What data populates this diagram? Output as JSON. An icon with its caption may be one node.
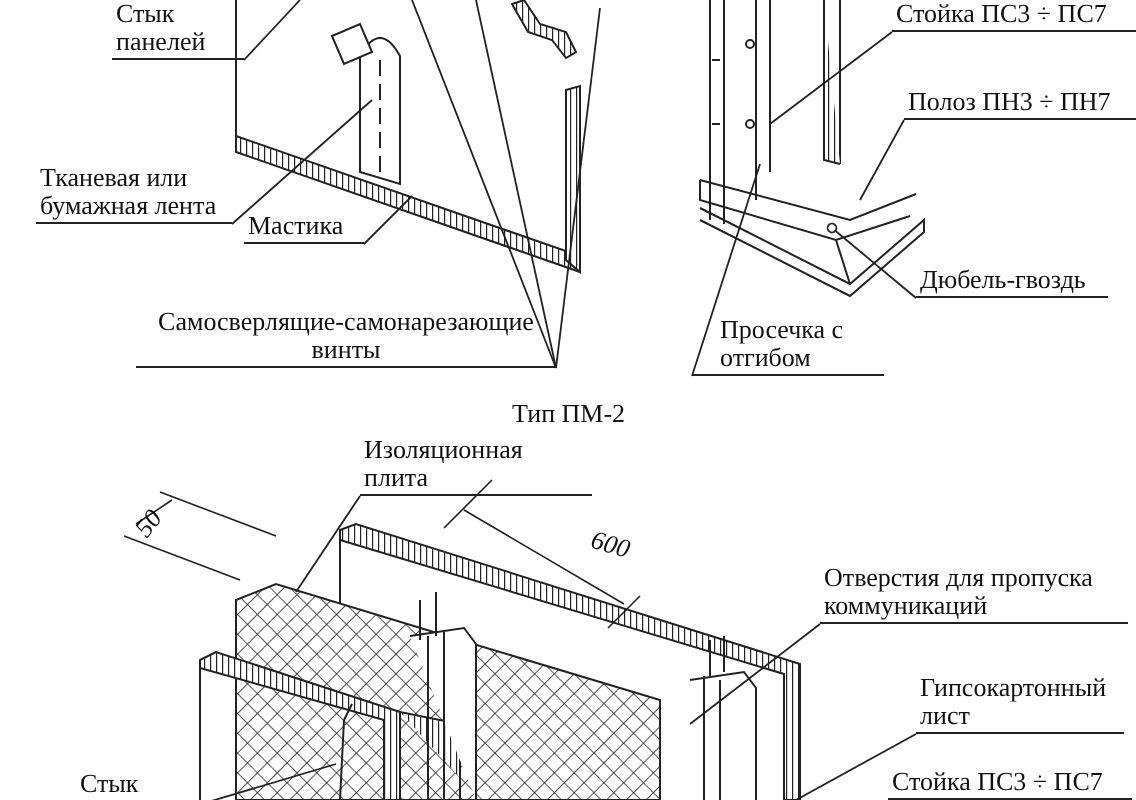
{
  "diagram": {
    "nodes": [
      {
        "text": [
          "Стык панелей"
        ]
      },
      {
        "text": [
          "Стойка ПС3 ÷ ПС7"
        ]
      },
      {
        "text": [
          "Полоз ПН3 ÷ ПН7"
        ]
      },
      {
        "text": [
          "Тканевая или бумажная лента"
        ]
      },
      {
        "text": [
          "Мастика"
        ]
      },
      {
        "text": [
          "Дюбель-гвоздь"
        ]
      },
      {
        "text": [
          "Самосверлящие-самонарезающие винты"
        ]
      },
      {
        "text": [
          "Просечка с отгибом"
        ]
      },
      {
        "text": [
          "Изоляционная плита"
        ]
      },
      {
        "text": [
          "Отверстия для пропуска коммуникаций"
        ]
      },
      {
        "text": [
          "Гипсокартонный лист"
        ]
      },
      {
        "text": [
          "Стойка ПС3 ÷ ПС7"
        ]
      },
      {
        "text": [
          "Стык"
        ]
      }
    ],
    "edges": [
      {
        "from": 0,
        "to": null,
        "arrow": "none"
      },
      {
        "from": 1,
        "to": null,
        "arrow": "none"
      },
      {
        "from": 2,
        "to": null,
        "arrow": "none"
      },
      {
        "from": 3,
        "to": null,
        "arrow": "none"
      },
      {
        "from": 4,
        "to": null,
        "arrow": "none"
      },
      {
        "from": 5,
        "to": null,
        "arrow": "other"
      },
      {
        "from": 6,
        "to": null,
        "arrow": "none"
      },
      {
        "from": 6,
        "to": null,
        "arrow": "none"
      },
      {
        "from": 6,
        "to": null,
        "arrow": "none"
      },
      {
        "from": 7,
        "to": null,
        "arrow": "none"
      },
      {
        "from": 8,
        "to": null,
        "arrow": "none"
      },
      {
        "from": 9,
        "to": null,
        "arrow": "none"
      },
      {
        "from": 10,
        "to": null,
        "arrow": "none"
      },
      {
        "from": 12,
        "to": null,
        "arrow": "none"
      }
    ],
    "labels": [
      "Тип ПМ-2",
      "50",
      "600"
    ]
  }
}
